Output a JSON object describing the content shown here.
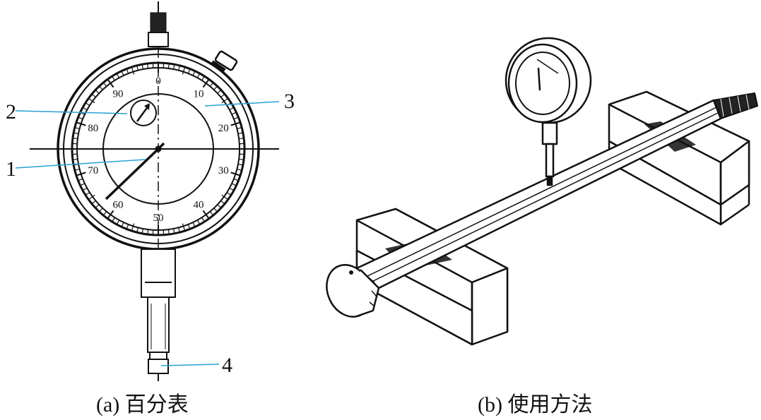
{
  "figure_a": {
    "caption": "(a) 百分表",
    "dial_labels": [
      "0",
      "10",
      "20",
      "30",
      "40",
      "50",
      "60",
      "70",
      "80",
      "90"
    ],
    "callouts": [
      "1",
      "2",
      "3",
      "4"
    ]
  },
  "figure_b": {
    "caption": "(b) 使用方法"
  },
  "colors": {
    "ink": "#111111",
    "leader_line": "#2a9fd6",
    "paper": "#ffffff"
  }
}
